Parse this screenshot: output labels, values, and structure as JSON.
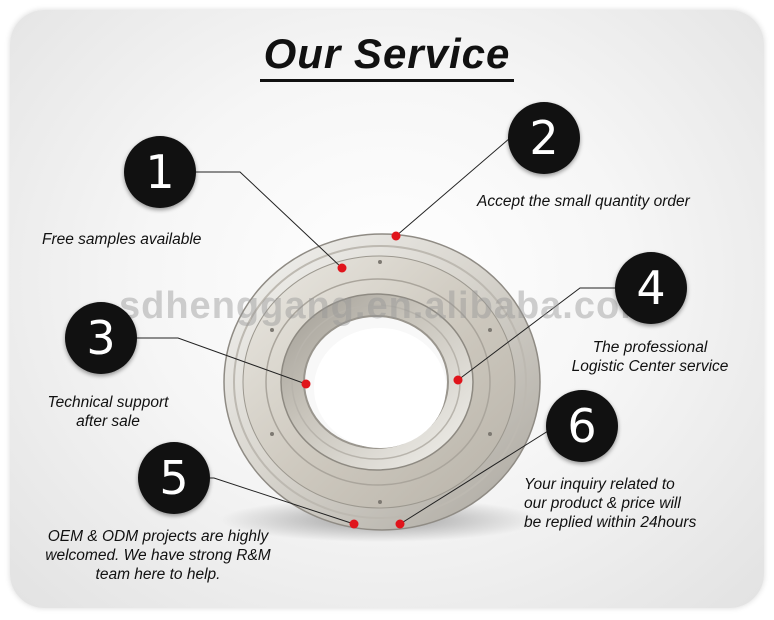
{
  "title": "Our Service",
  "watermark": "sdhenggang.en.alibaba.com",
  "services": [
    {
      "number": "1",
      "lines": [
        "Free samples available"
      ]
    },
    {
      "number": "2",
      "lines": [
        "Accept the small quantity order"
      ]
    },
    {
      "number": "3",
      "lines": [
        "Technical support",
        "after sale"
      ]
    },
    {
      "number": "4",
      "lines": [
        "The professional",
        "Logistic Center service"
      ]
    },
    {
      "number": "5",
      "lines": [
        "OEM & ODM projects are highly",
        "welcomed. We have strong R&M",
        "team here to help."
      ]
    },
    {
      "number": "6",
      "lines": [
        "Your inquiry related to",
        "our product & price will",
        "be replied within 24hours"
      ]
    }
  ],
  "colors": {
    "badge": "#111111",
    "marker": "#e0141b",
    "text": "#111111"
  }
}
